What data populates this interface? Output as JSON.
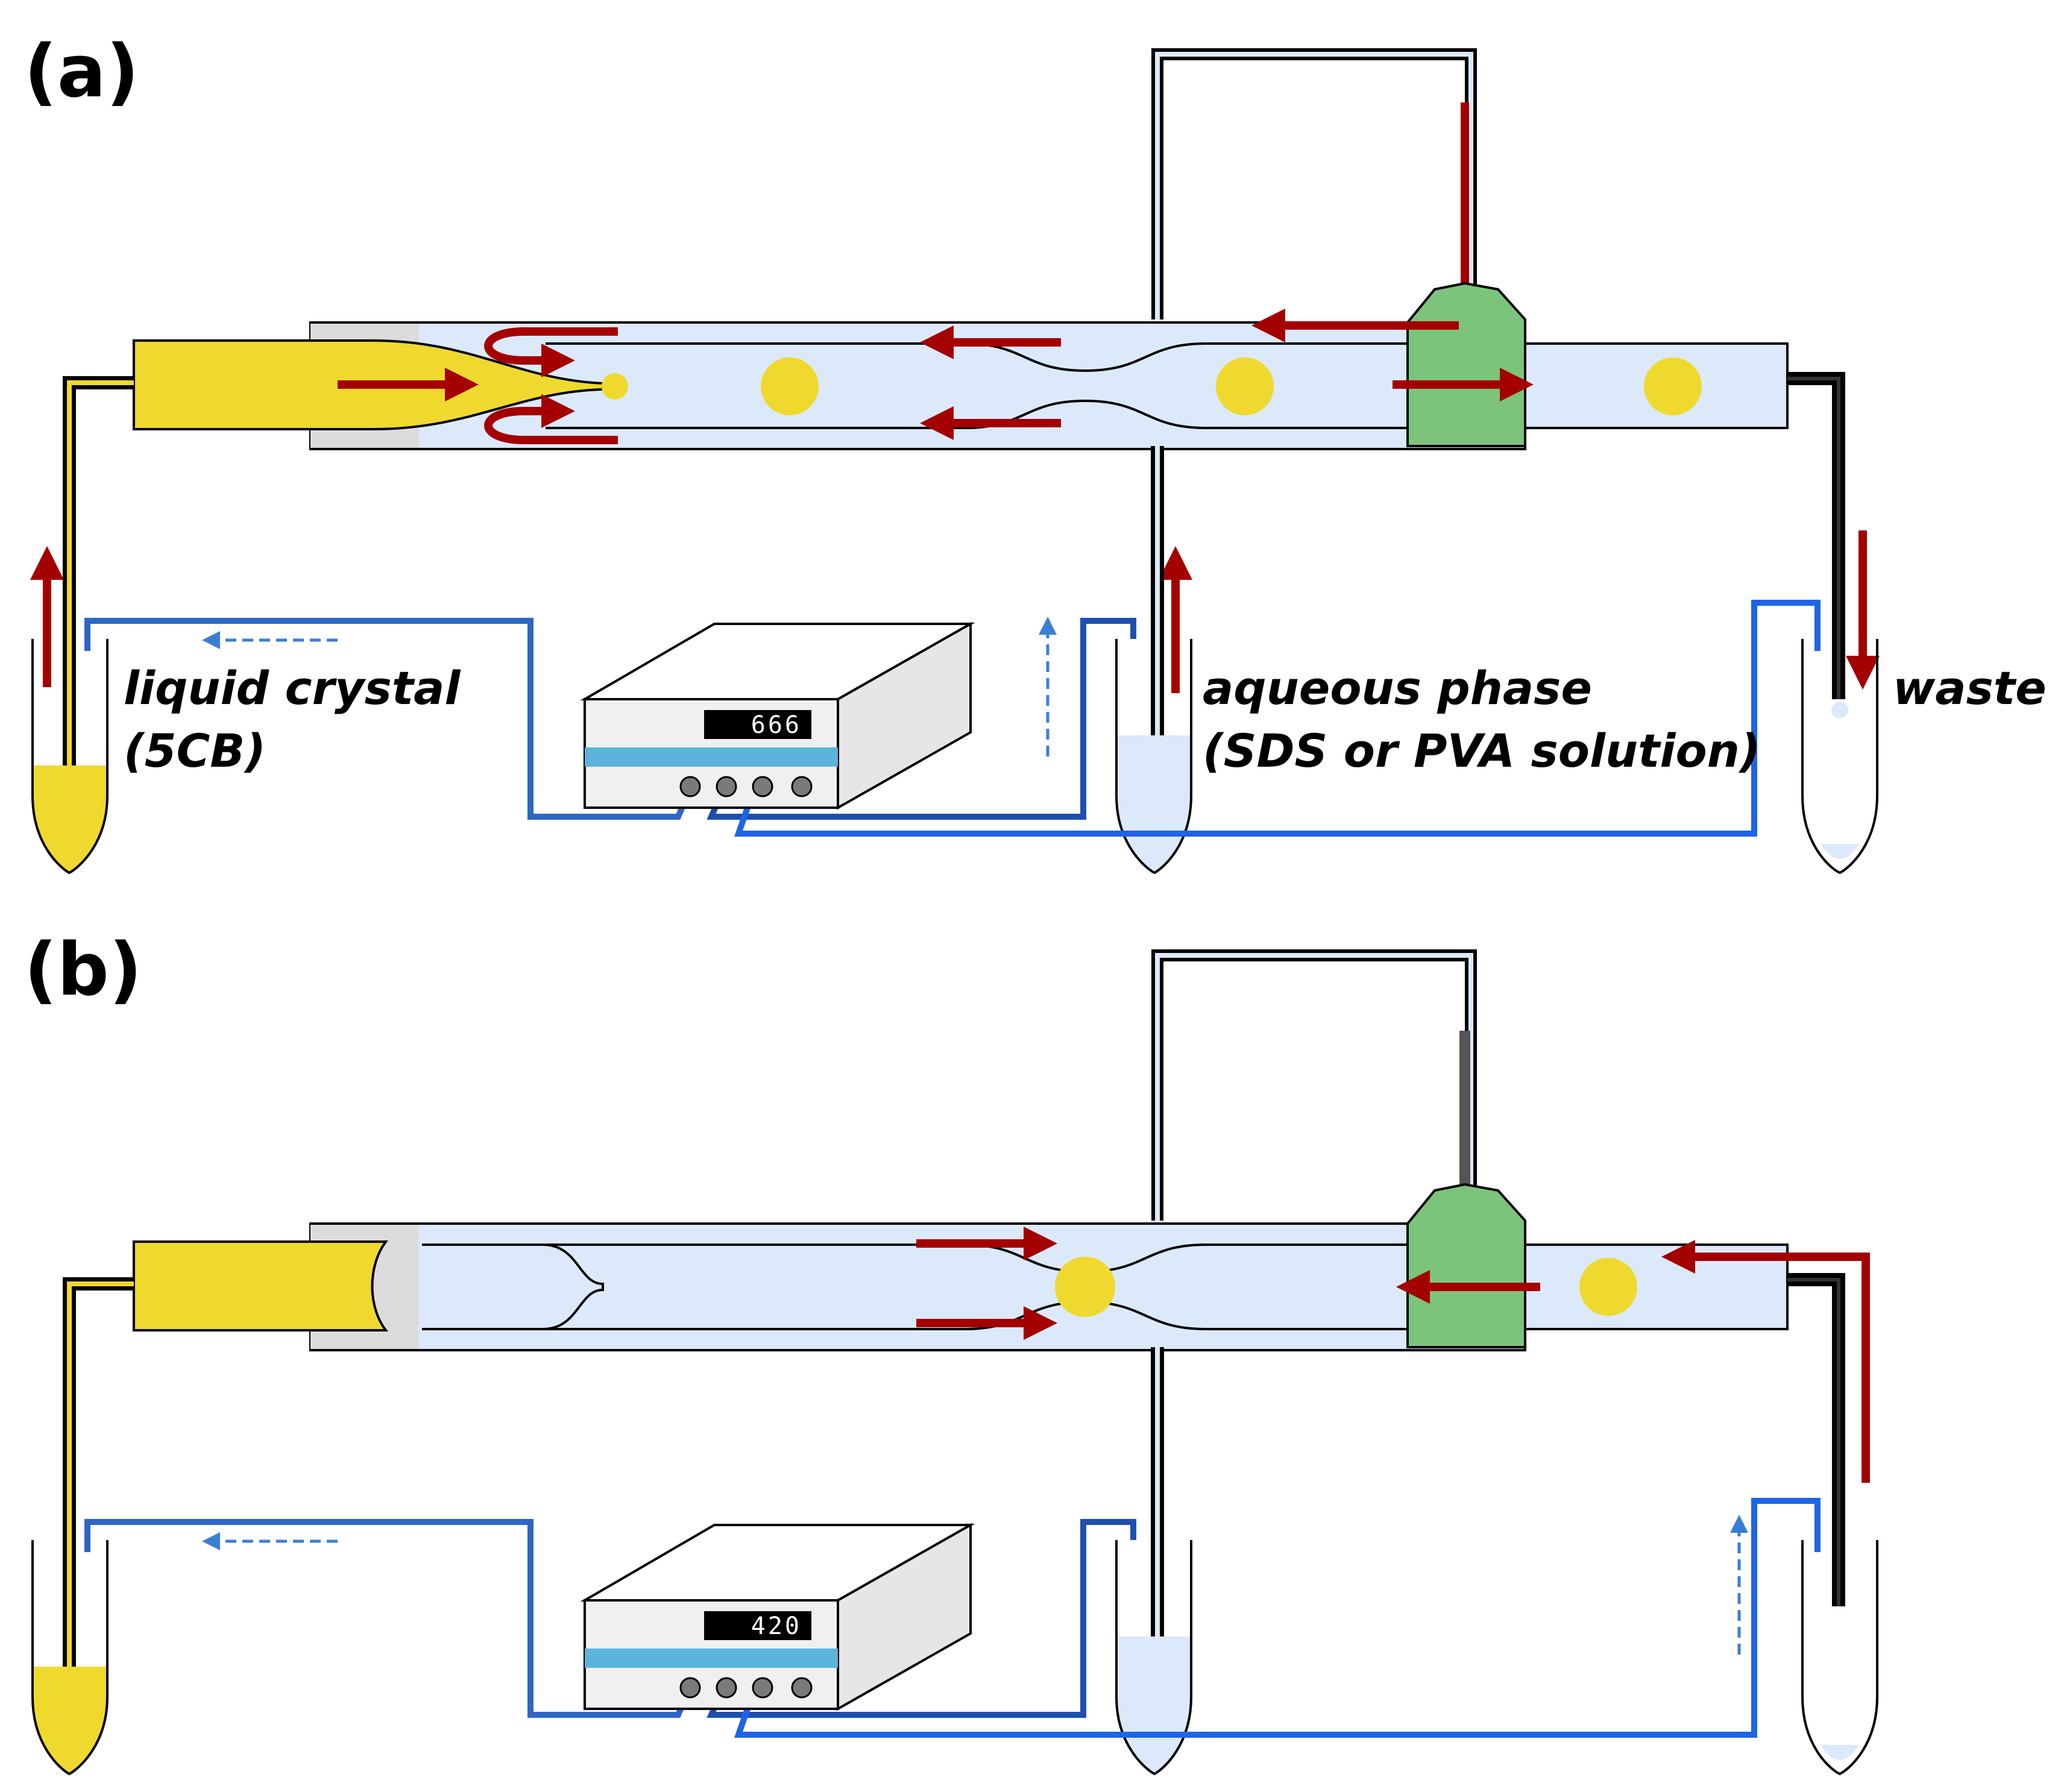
{
  "panels": [
    {
      "label": "(a)",
      "display": "666"
    },
    {
      "label": "(b)",
      "display": "420"
    }
  ],
  "labels": {
    "liquid_crystal_line1": "liquid crystal",
    "liquid_crystal_line2": "(5CB)",
    "aqueous_line1": "aqueous phase",
    "aqueous_line2": "(SDS or PVA solution)",
    "waste": "waste"
  },
  "colors": {
    "liquid_crystal": "#f0d92e",
    "aqueous": "#dce9fb",
    "flow_arrow": "#a50000",
    "tubing_blue": "#1f64e6",
    "pump_accent": "#5ab4dc",
    "junction": "#7cc47c"
  }
}
